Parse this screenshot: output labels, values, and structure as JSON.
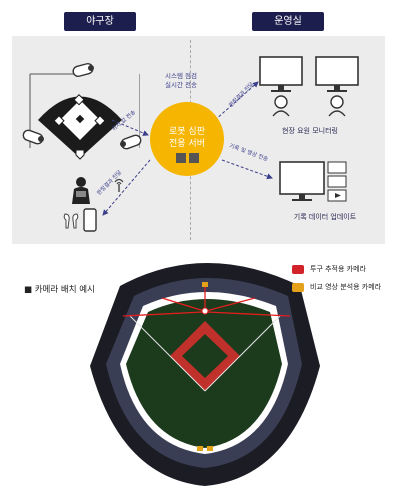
{
  "zones": {
    "stadium_label": "야구장",
    "ops_label": "운영실"
  },
  "server": {
    "line1": "로봇 심판",
    "line2": "전용 서버"
  },
  "flows": {
    "to_server": "위치 값 전송",
    "to_ops_monitor": "판정결과 전달",
    "system_status": "시스템 점검\n실시간 전송",
    "to_stadium": "판정결과 전달",
    "to_record_ops": "기록 및 영상 전송"
  },
  "captions": {
    "monitor": "현장 요원 모니터링",
    "record": "기록 데이터 업데이트"
  },
  "camera_section": {
    "title": "■ 카메라 배치 예시",
    "legend": [
      {
        "label": "투구 추적용 카메라",
        "color": "#d2232a"
      },
      {
        "label": "비교 영상 분석용 카메라",
        "color": "#e3a21a"
      }
    ]
  },
  "colors": {
    "panel_bg": "#ececec",
    "navy": "#1c1f4e",
    "server": "#f6b500",
    "field": "#1c3a1c",
    "infield": "#c0312b",
    "laser": "#e21e1e"
  }
}
